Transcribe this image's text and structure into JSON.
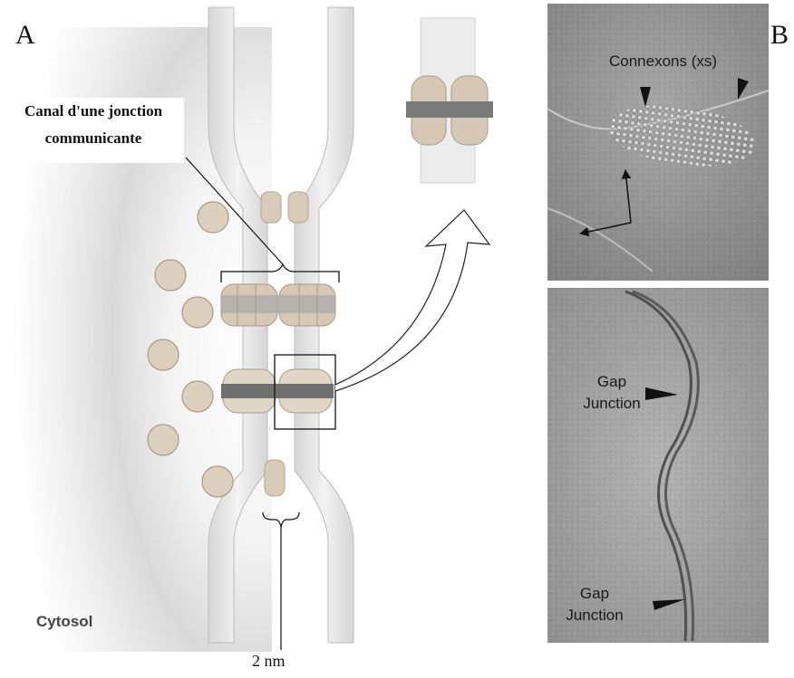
{
  "panels": {
    "a_letter": "A",
    "b_letter": "B"
  },
  "panel_a": {
    "channel_label_line1": "Canal d'une jonction",
    "channel_label_line2": "communicante",
    "cytosol_label": "Cytosol",
    "gap_width_label": "2 nm"
  },
  "panel_b": {
    "connexons_label": "Connexons (xs)",
    "gap_junction_label_1_line1": "Gap",
    "gap_junction_label_1_line2": "Junction",
    "gap_junction_label_2_line1": "Gap",
    "gap_junction_label_2_line2": "Junction"
  },
  "colors": {
    "membrane": "#e6e6e6",
    "connexon": "#d2c4b2",
    "connexon_band": "#8a8a8a",
    "em_top_bg": "#8c8c8c",
    "em_bottom_bg": "#9c9c9c"
  }
}
